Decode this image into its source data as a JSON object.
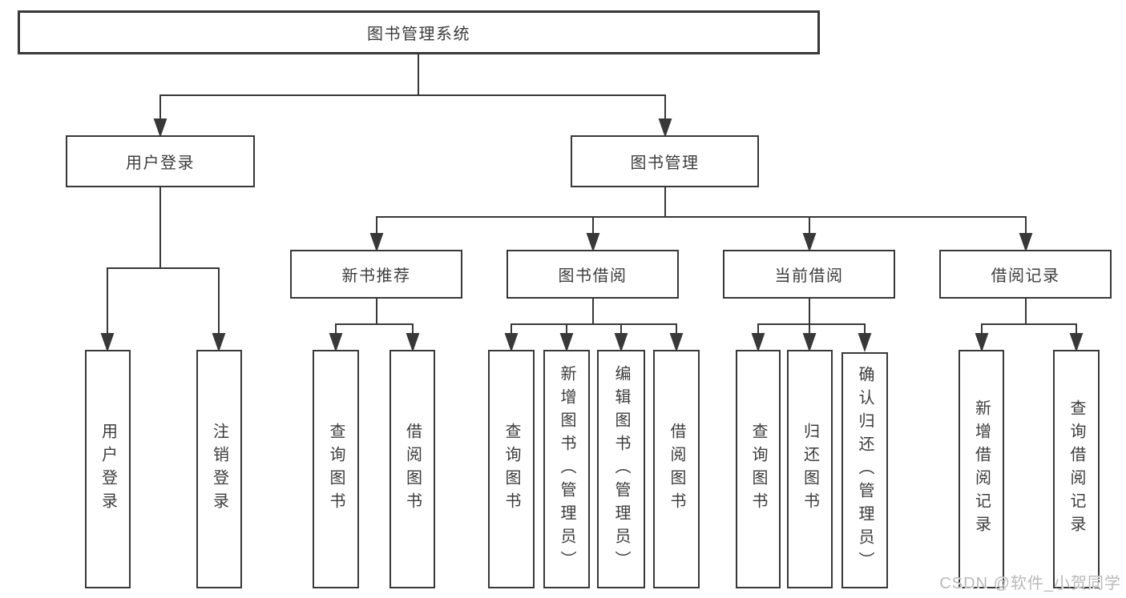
{
  "colors": {
    "line": "#383838",
    "box_border": "#383838",
    "text": "#3c3c3c",
    "background": "#ffffff",
    "watermark": "#b9b9b9"
  },
  "tree": {
    "root": {
      "label": "图书管理系统"
    },
    "children": [
      {
        "label": "用户登录",
        "children": [
          {
            "label": "用户登录"
          },
          {
            "label": "注销登录"
          }
        ]
      },
      {
        "label": "图书管理",
        "children": [
          {
            "label": "新书推荐",
            "children": [
              {
                "label": "查询图书"
              },
              {
                "label": "借阅图书"
              }
            ]
          },
          {
            "label": "图书借阅",
            "children": [
              {
                "label": "查询图书"
              },
              {
                "label": "新增图书（管理员）"
              },
              {
                "label": "编辑图书（管理员）"
              },
              {
                "label": "借阅图书"
              }
            ]
          },
          {
            "label": "当前借阅",
            "children": [
              {
                "label": "查询图书"
              },
              {
                "label": "归还图书"
              },
              {
                "label": "确认归还（管理员）"
              }
            ]
          },
          {
            "label": "借阅记录",
            "children": [
              {
                "label": "新增借阅记录"
              },
              {
                "label": "查询借阅记录"
              }
            ]
          }
        ]
      }
    ]
  },
  "watermark": {
    "label": "CSDN @软件_小贺同学"
  }
}
